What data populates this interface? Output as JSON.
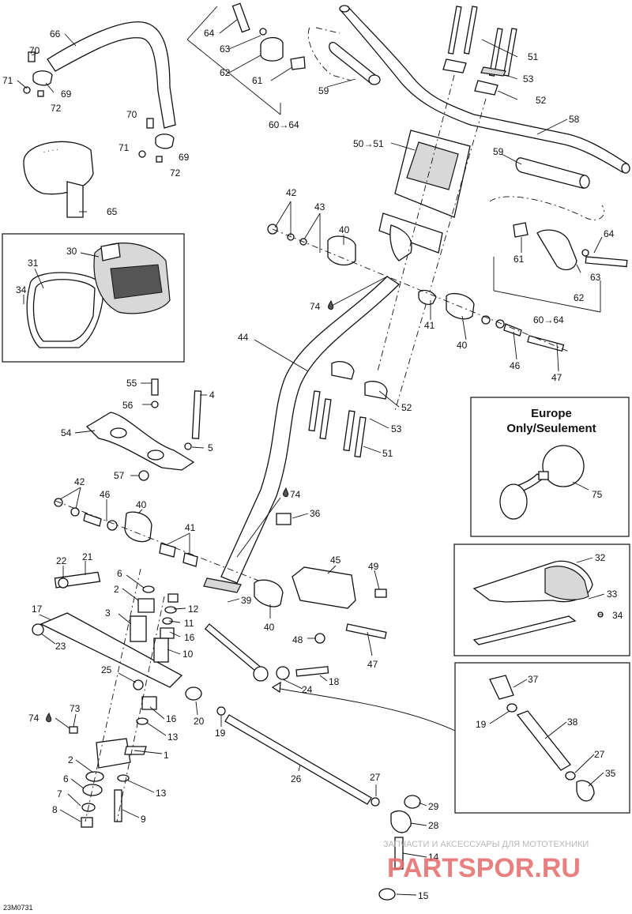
{
  "diagram": {
    "code": "23M0731",
    "callouts": [
      {
        "id": "c66",
        "text": "66"
      },
      {
        "id": "c70a",
        "text": "70"
      },
      {
        "id": "c71a",
        "text": "71"
      },
      {
        "id": "c69a",
        "text": "69"
      },
      {
        "id": "c72a",
        "text": "72"
      },
      {
        "id": "c70b",
        "text": "70"
      },
      {
        "id": "c71b",
        "text": "71"
      },
      {
        "id": "c69b",
        "text": "69"
      },
      {
        "id": "c72b",
        "text": "72"
      },
      {
        "id": "c65",
        "text": "65"
      },
      {
        "id": "c64a",
        "text": "64"
      },
      {
        "id": "c63a",
        "text": "63"
      },
      {
        "id": "c62a",
        "text": "62"
      },
      {
        "id": "c61a",
        "text": "61"
      },
      {
        "id": "c59a",
        "text": "59"
      },
      {
        "id": "c6064a",
        "text": "60→64"
      },
      {
        "id": "c51a",
        "text": "51"
      },
      {
        "id": "c53a",
        "text": "53"
      },
      {
        "id": "c52a",
        "text": "52"
      },
      {
        "id": "c58",
        "text": "58"
      },
      {
        "id": "c5051",
        "text": "50→51"
      },
      {
        "id": "c59b",
        "text": "59"
      },
      {
        "id": "c64b",
        "text": "64"
      },
      {
        "id": "c61b",
        "text": "61"
      },
      {
        "id": "c63b",
        "text": "63"
      },
      {
        "id": "c62b",
        "text": "62"
      },
      {
        "id": "c6064b",
        "text": "60→64"
      },
      {
        "id": "c42a",
        "text": "42"
      },
      {
        "id": "c43",
        "text": "43"
      },
      {
        "id": "c40a",
        "text": "40"
      },
      {
        "id": "c74a",
        "text": "74"
      },
      {
        "id": "c41a",
        "text": "41"
      },
      {
        "id": "c40b",
        "text": "40"
      },
      {
        "id": "c46a",
        "text": "46"
      },
      {
        "id": "c47a",
        "text": "47"
      },
      {
        "id": "c44",
        "text": "44"
      },
      {
        "id": "c30",
        "text": "30"
      },
      {
        "id": "c31",
        "text": "31"
      },
      {
        "id": "c34a",
        "text": "34"
      },
      {
        "id": "c55",
        "text": "55"
      },
      {
        "id": "c56",
        "text": "56"
      },
      {
        "id": "c54",
        "text": "54"
      },
      {
        "id": "c57",
        "text": "57"
      },
      {
        "id": "c4",
        "text": "4"
      },
      {
        "id": "c5",
        "text": "5"
      },
      {
        "id": "c52b",
        "text": "52"
      },
      {
        "id": "c53b",
        "text": "53"
      },
      {
        "id": "c51b",
        "text": "51"
      },
      {
        "id": "c42b",
        "text": "42"
      },
      {
        "id": "c46b",
        "text": "46"
      },
      {
        "id": "c40c",
        "text": "40"
      },
      {
        "id": "c41b",
        "text": "41"
      },
      {
        "id": "c74b",
        "text": "74"
      },
      {
        "id": "c36",
        "text": "36"
      },
      {
        "id": "c75",
        "text": "75"
      },
      {
        "id": "c32",
        "text": "32"
      },
      {
        "id": "c33",
        "text": "33"
      },
      {
        "id": "c34b",
        "text": "34"
      },
      {
        "id": "c22",
        "text": "22"
      },
      {
        "id": "c21",
        "text": "21"
      },
      {
        "id": "c6a",
        "text": "6"
      },
      {
        "id": "c2a",
        "text": "2"
      },
      {
        "id": "c12",
        "text": "12"
      },
      {
        "id": "c11",
        "text": "11"
      },
      {
        "id": "c3",
        "text": "3"
      },
      {
        "id": "c16a",
        "text": "16"
      },
      {
        "id": "c10",
        "text": "10"
      },
      {
        "id": "c17",
        "text": "17"
      },
      {
        "id": "c23",
        "text": "23"
      },
      {
        "id": "c45",
        "text": "45"
      },
      {
        "id": "c49",
        "text": "49"
      },
      {
        "id": "c39",
        "text": "39"
      },
      {
        "id": "c40d",
        "text": "40"
      },
      {
        "id": "c48",
        "text": "48"
      },
      {
        "id": "c47b",
        "text": "47"
      },
      {
        "id": "c25",
        "text": "25"
      },
      {
        "id": "c24",
        "text": "24"
      },
      {
        "id": "c18",
        "text": "18"
      },
      {
        "id": "c37",
        "text": "37"
      },
      {
        "id": "c19a",
        "text": "19"
      },
      {
        "id": "c38",
        "text": "38"
      },
      {
        "id": "c27a",
        "text": "27"
      },
      {
        "id": "c35",
        "text": "35"
      },
      {
        "id": "c74c",
        "text": "74"
      },
      {
        "id": "c73",
        "text": "73"
      },
      {
        "id": "c16b",
        "text": "16"
      },
      {
        "id": "c13a",
        "text": "13"
      },
      {
        "id": "c20",
        "text": "20"
      },
      {
        "id": "c19b",
        "text": "19"
      },
      {
        "id": "c1",
        "text": "1"
      },
      {
        "id": "c2b",
        "text": "2"
      },
      {
        "id": "c13b",
        "text": "13"
      },
      {
        "id": "c6b",
        "text": "6"
      },
      {
        "id": "c7",
        "text": "7"
      },
      {
        "id": "c8",
        "text": "8"
      },
      {
        "id": "c9",
        "text": "9"
      },
      {
        "id": "c26",
        "text": "26"
      },
      {
        "id": "c27b",
        "text": "27"
      },
      {
        "id": "c29",
        "text": "29"
      },
      {
        "id": "c28",
        "text": "28"
      },
      {
        "id": "c14",
        "text": "14"
      },
      {
        "id": "c15",
        "text": "15"
      }
    ],
    "europe_note": {
      "line1": "Europe",
      "line2": "Only/Seulement"
    }
  },
  "watermark": {
    "small": "ЗАПЧАСТИ И АКСЕССУАРЫ ДЛЯ МОТОТЕХНИКИ",
    "big": "PARTSPOR.RU"
  }
}
